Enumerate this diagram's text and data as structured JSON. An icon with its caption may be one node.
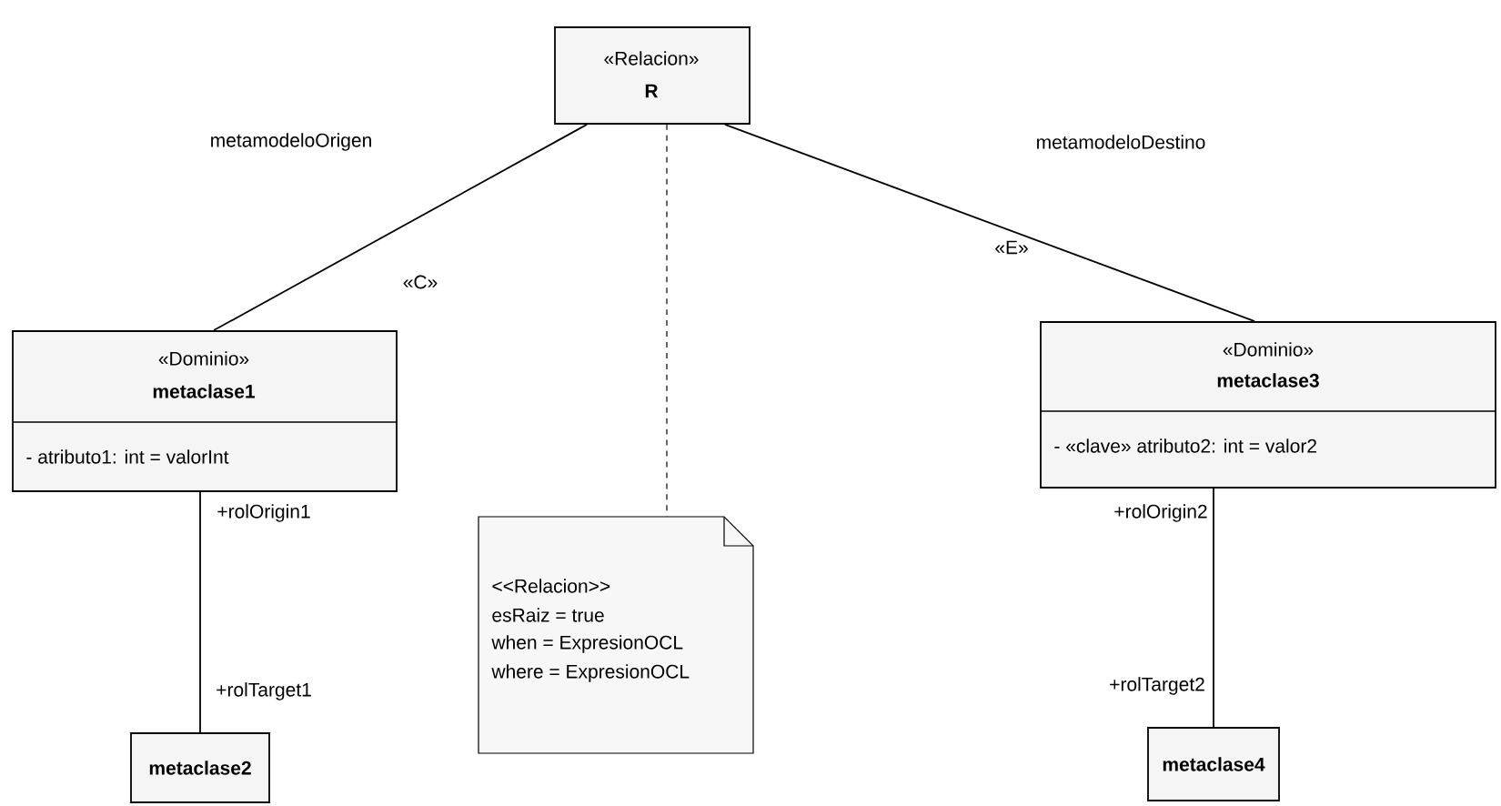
{
  "diagram": {
    "nodes": [
      {
        "text": [
          "«Relacion»",
          "R"
        ]
      },
      {
        "text": [
          "«Dominio»",
          "metaclase1",
          "- atributo1: int = valorInt"
        ]
      },
      {
        "text": [
          "<<Relacion>>",
          "esRaiz = true",
          "when = ExpresionOCL",
          "where = ExpresionOCL"
        ]
      },
      {
        "text": [
          "«Dominio»",
          "metaclase3",
          "- «clave» atributo2: int = valor2"
        ]
      },
      {
        "text": [
          "metaclase2"
        ]
      },
      {
        "text": [
          "metaclase4"
        ]
      }
    ],
    "edges": [
      {
        "from": 0,
        "to": 1,
        "arrow": "none",
        "label": "metamodeloOrigen"
      },
      {
        "from": 0,
        "to": 2,
        "arrow": "none",
        "style": "dashed"
      },
      {
        "from": 0,
        "to": 3,
        "arrow": "none",
        "label": "metamodeloDestino"
      },
      {
        "from": 1,
        "to": 4,
        "arrow": "none"
      },
      {
        "from": 3,
        "to": 5,
        "arrow": "none"
      }
    ],
    "labels": [
      "«C»",
      "«E»",
      "+rolOrigin1",
      "+rolOrigin2",
      "+rolTarget1",
      "+rolTarget2"
    ]
  }
}
